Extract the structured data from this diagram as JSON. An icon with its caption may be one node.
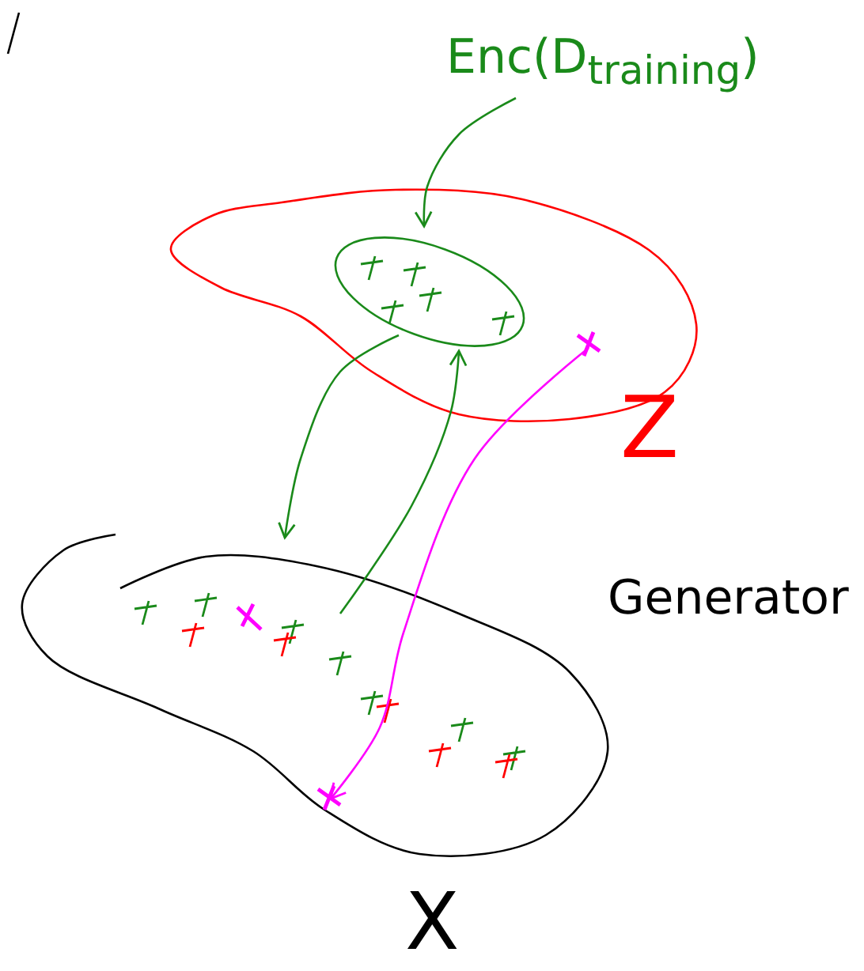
{
  "diagram": {
    "nodes": [
      {
        "text": [
          "Z"
        ]
      },
      {
        "text": [],
        "shape": "ellipse",
        "in": 0
      },
      {
        "text": [],
        "shape": "cross",
        "in": 0
      },
      {
        "text": [
          "Enc(D$_{training}$)"
        ]
      },
      {
        "text": [
          "X"
        ]
      },
      {
        "text": [],
        "shape": "cross",
        "in": 4
      }
    ],
    "edges": [
      {
        "from": 3,
        "to": 1,
        "arrow": "to"
      },
      {
        "from": 1,
        "to": 4,
        "arrow": "to"
      },
      {
        "from": 4,
        "to": 1,
        "arrow": "to"
      },
      {
        "from": 2,
        "to": 5,
        "arrow": "to",
        "color": "#ff00ff"
      }
    ],
    "labels": [
      "Generator"
    ]
  }
}
